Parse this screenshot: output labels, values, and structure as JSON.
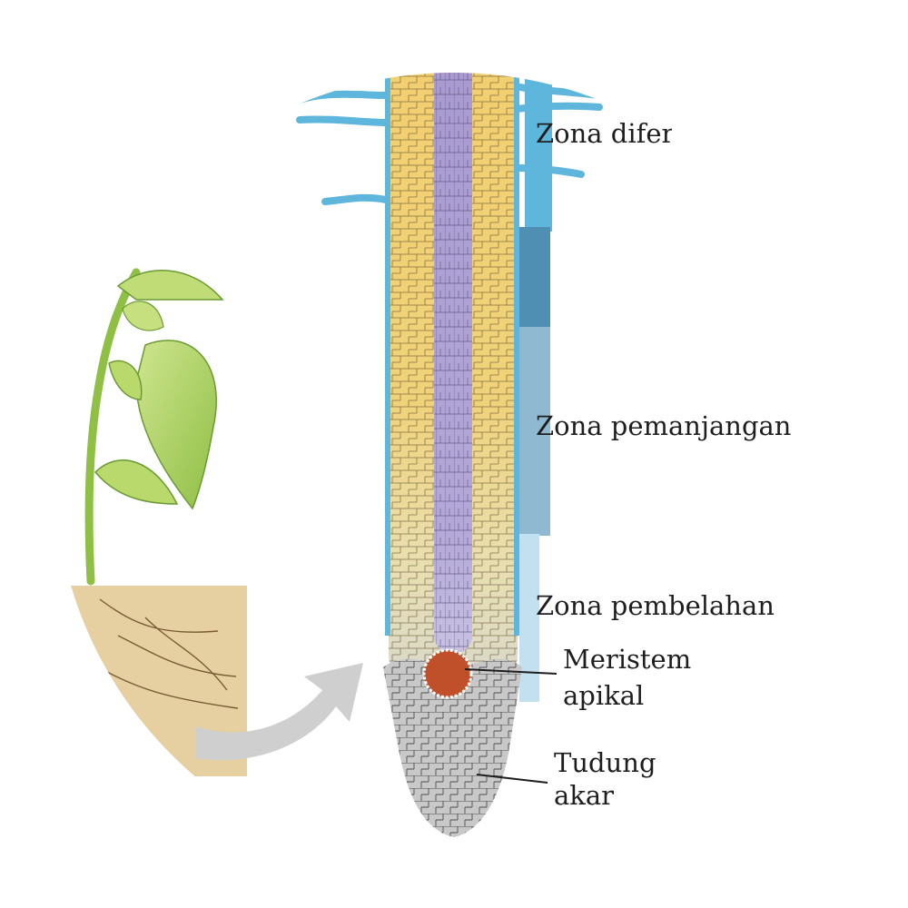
{
  "labels": {
    "differentiation_zone": "Zona difer",
    "elongation_zone": "Zona pemanjangan",
    "division_zone": "Zona pembelahan",
    "apical_meristem": [
      "Meristem",
      "apikal"
    ],
    "root_cap": [
      "Tudung",
      "akar"
    ]
  },
  "colors": {
    "cortex_yellow": "#f2d070",
    "stele_purple": "#a89ad0",
    "epidermis_blue": "#5fb6dc",
    "zone_bar_blue": "#9cc8e0",
    "meristem_red": "#c0502a",
    "root_cap_gray": "#c8c8c8",
    "soil_tan": "#e6cfa0",
    "leaf_green": "#a9cf5c",
    "arrow_gray": "#cfcfcf"
  },
  "icons": {
    "arrow": "curved-arrow-icon"
  }
}
